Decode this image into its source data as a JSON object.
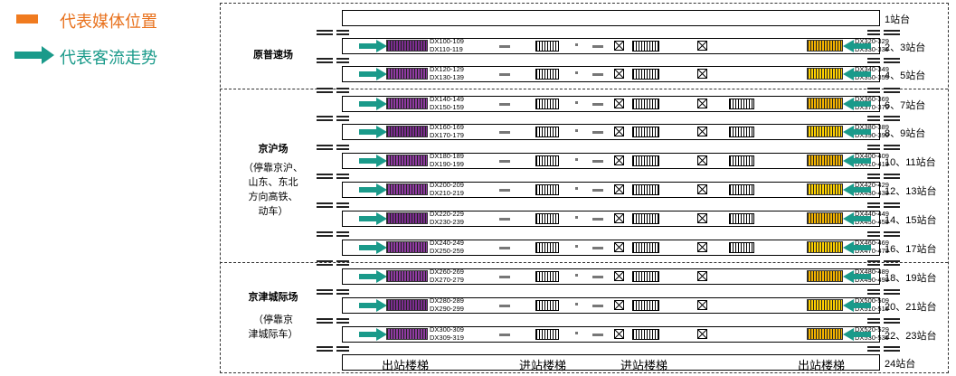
{
  "legend": {
    "media_label": "代表媒体位置",
    "flow_label": "代表客流走势",
    "media_color": "#f07b1f",
    "flow_color": "#1a9a8a"
  },
  "sections": [
    {
      "name": "原普速场",
      "note": ""
    },
    {
      "name": "京沪场",
      "note": "（停靠京沪、\n山东、东北\n方向高铁、\n动车）"
    },
    {
      "name": "京津城际场",
      "note": "（停靠京\n津城际车）"
    }
  ],
  "platforms": [
    {
      "label": "1站台"
    },
    {
      "label": "2、3站台",
      "left_media": [
        "DX100-109",
        "DX110-119"
      ],
      "right_media": [
        "DX320-329",
        "DX330-339"
      ]
    },
    {
      "label": "4、5站台",
      "left_media": [
        "DX120-129",
        "DX130-139"
      ],
      "right_media": [
        "DX340-349",
        "DX350-359"
      ]
    },
    {
      "label": "6、7站台",
      "left_media": [
        "DX140-149",
        "DX150-159"
      ],
      "right_media": [
        "DX360-369",
        "DX370-379"
      ]
    },
    {
      "label": "8、9站台",
      "left_media": [
        "DX160-169",
        "DX170-179"
      ],
      "right_media": [
        "DX380-389",
        "DX390-399"
      ]
    },
    {
      "label": "10、11站台",
      "left_media": [
        "DX180-189",
        "DX190-199"
      ],
      "right_media": [
        "DX400-409",
        "DX410-419"
      ]
    },
    {
      "label": "12、13站台",
      "left_media": [
        "DX200-209",
        "DX210-219"
      ],
      "right_media": [
        "DX420-429",
        "DX430-439"
      ]
    },
    {
      "label": "14、15站台",
      "left_media": [
        "DX220-229",
        "DX230-239"
      ],
      "right_media": [
        "DX440-449",
        "DX450-459"
      ]
    },
    {
      "label": "16、17站台",
      "left_media": [
        "DX240-249",
        "DX250-259"
      ],
      "right_media": [
        "DX460-469",
        "DX470-479"
      ]
    },
    {
      "label": "18、19站台",
      "left_media": [
        "DX260-269",
        "DX270-279"
      ],
      "right_media": [
        "DX480-489",
        "DX490-499"
      ]
    },
    {
      "label": "20、21站台",
      "left_media": [
        "DX280-289",
        "DX290-299"
      ],
      "right_media": [
        "DX500-509",
        "DX510-519"
      ]
    },
    {
      "label": "22、23站台",
      "left_media": [
        "DX300-309",
        "DX309-319"
      ],
      "right_media": [
        "DX520-529",
        "DX530-539"
      ]
    },
    {
      "label": "24站台"
    }
  ],
  "stairs": {
    "exit_left": "出站楼梯",
    "entry_1": "进站楼梯",
    "entry_2": "进站楼梯",
    "exit_right": "出站楼梯"
  }
}
